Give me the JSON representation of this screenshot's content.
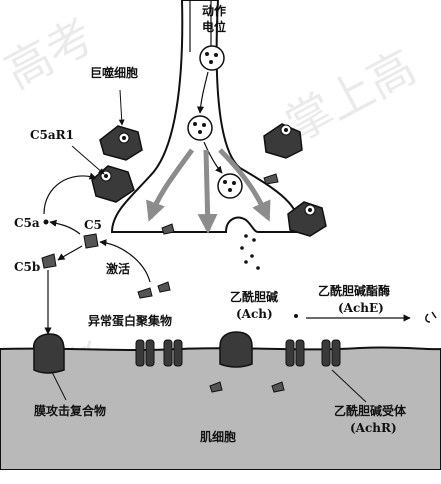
{
  "labels": {
    "action_potential_line1": "动作",
    "action_potential_line2": "电位",
    "macrophage": "巨噬细胞",
    "c5ar1": "C5aR1",
    "c5a": "C5a",
    "c5": "C5",
    "c5b": "C5b",
    "activation": "激活",
    "abnormal_aggregate": "异常蛋白聚集物",
    "ach_name": "乙酰胆碱",
    "ach_abbr": "(Ach)",
    "ache_name": "乙酰胆碱酯酶",
    "ache_abbr": "(AchE)",
    "mac": "膜攻击复合物",
    "muscle_cell": "肌细胞",
    "achr_name": "乙酰胆碱受体",
    "achr_abbr": "(AchR)"
  },
  "watermarks": [
    "高考",
    "掌上高",
    "考",
    "掌上"
  ],
  "colors": {
    "ink": "#111111",
    "muscle_fill": "#b9b9b9",
    "terminal_fill": "#ffffff",
    "arrow_gray": "#8c8c8c",
    "cell_dark": "#3a3a3a"
  }
}
